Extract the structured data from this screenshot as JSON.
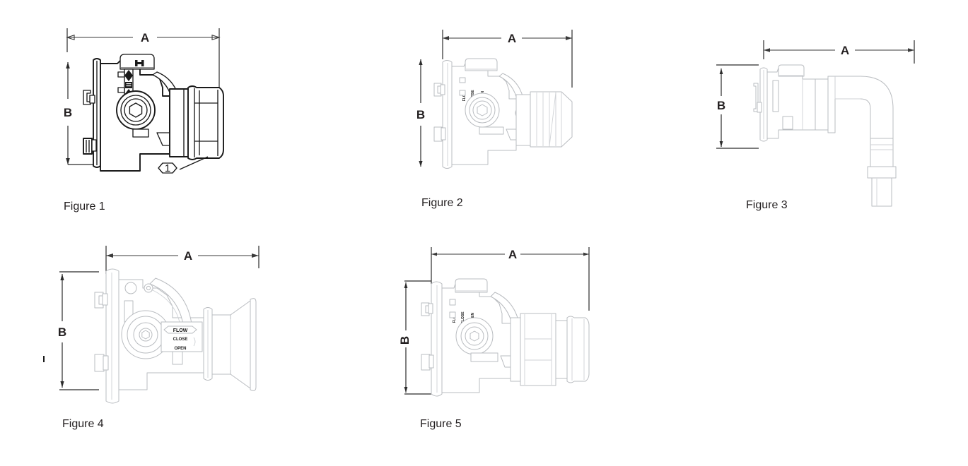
{
  "document": {
    "type": "technical-dimension-drawing",
    "background_color": "#ffffff",
    "line_color": "#1a1a1a",
    "caption_color": "#231f20"
  },
  "dimension_labels": {
    "width": "A",
    "height": "B"
  },
  "callouts": {
    "item_one": "1"
  },
  "valve_markings": {
    "flow": "FLOW",
    "close": "CLOSE",
    "open": "OPEN"
  },
  "figures": [
    {
      "id": "figure-1",
      "caption": "Figure 1",
      "dim_a": "A",
      "dim_b": "B",
      "callout": "1",
      "description": "flanged ball valve with threaded cap end"
    },
    {
      "id": "figure-2",
      "caption": "Figure 2",
      "dim_a": "A",
      "dim_b": "B",
      "description": "flanged ball valve with hose barb end"
    },
    {
      "id": "figure-3",
      "caption": "Figure 3",
      "dim_a": "A",
      "dim_b": "B",
      "description": "flanged valve with 90 degree elbow outlet"
    },
    {
      "id": "figure-4",
      "caption": "Figure 4",
      "dim_a": "A",
      "dim_b": "B",
      "description": "flanged ball valve with flared bell end"
    },
    {
      "id": "figure-5",
      "caption": "Figure 5",
      "dim_a": "A",
      "dim_b": "B",
      "description": "flanged ball valve with threaded cylindrical end"
    }
  ],
  "stray_mark": {
    "present": true,
    "label": "stray apostrophe mark"
  }
}
